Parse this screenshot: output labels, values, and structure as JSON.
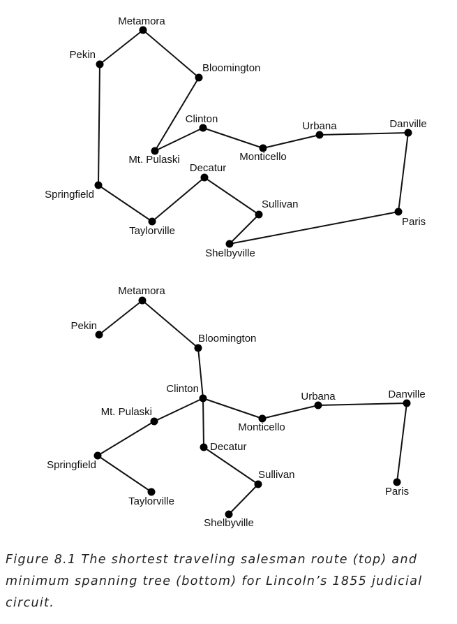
{
  "diagrams": [
    {
      "name": "shortest-route",
      "nodes": [
        {
          "id": "metamora",
          "label": "Metamora"
        },
        {
          "id": "pekin",
          "label": "Pekin"
        },
        {
          "id": "bloomington",
          "label": "Bloomington"
        },
        {
          "id": "clinton",
          "label": "Clinton"
        },
        {
          "id": "mt-pulaski",
          "label": "Mt. Pulaski"
        },
        {
          "id": "urbana",
          "label": "Urbana"
        },
        {
          "id": "danville",
          "label": "Danville"
        },
        {
          "id": "monticello",
          "label": "Monticello"
        },
        {
          "id": "decatur",
          "label": "Decatur"
        },
        {
          "id": "springfield",
          "label": "Springfield"
        },
        {
          "id": "sullivan",
          "label": "Sullivan"
        },
        {
          "id": "paris",
          "label": "Paris"
        },
        {
          "id": "taylorville",
          "label": "Taylorville"
        },
        {
          "id": "shelbyville",
          "label": "Shelbyville"
        }
      ],
      "edges": [
        [
          "pekin",
          "metamora"
        ],
        [
          "metamora",
          "bloomington"
        ],
        [
          "bloomington",
          "mt-pulaski"
        ],
        [
          "mt-pulaski",
          "clinton"
        ],
        [
          "clinton",
          "monticello"
        ],
        [
          "monticello",
          "urbana"
        ],
        [
          "urbana",
          "danville"
        ],
        [
          "danville",
          "paris"
        ],
        [
          "paris",
          "shelbyville"
        ],
        [
          "shelbyville",
          "sullivan"
        ],
        [
          "sullivan",
          "decatur"
        ],
        [
          "decatur",
          "taylorville"
        ],
        [
          "taylorville",
          "springfield"
        ],
        [
          "springfield",
          "pekin"
        ]
      ]
    },
    {
      "name": "minimum-spanning-tree",
      "nodes": [
        {
          "id": "metamora",
          "label": "Metamora"
        },
        {
          "id": "pekin",
          "label": "Pekin"
        },
        {
          "id": "bloomington",
          "label": "Bloomington"
        },
        {
          "id": "clinton",
          "label": "Clinton"
        },
        {
          "id": "urbana",
          "label": "Urbana"
        },
        {
          "id": "danville",
          "label": "Danville"
        },
        {
          "id": "mt-pulaski",
          "label": "Mt. Pulaski"
        },
        {
          "id": "monticello",
          "label": "Monticello"
        },
        {
          "id": "decatur",
          "label": "Decatur"
        },
        {
          "id": "springfield",
          "label": "Springfield"
        },
        {
          "id": "sullivan",
          "label": "Sullivan"
        },
        {
          "id": "paris",
          "label": "Paris"
        },
        {
          "id": "taylorville",
          "label": "Taylorville"
        },
        {
          "id": "shelbyville",
          "label": "Shelbyville"
        }
      ],
      "edges": [
        [
          "pekin",
          "metamora"
        ],
        [
          "metamora",
          "bloomington"
        ],
        [
          "bloomington",
          "clinton"
        ],
        [
          "clinton",
          "mt-pulaski"
        ],
        [
          "mt-pulaski",
          "springfield"
        ],
        [
          "springfield",
          "taylorville"
        ],
        [
          "clinton",
          "monticello"
        ],
        [
          "monticello",
          "urbana"
        ],
        [
          "urbana",
          "danville"
        ],
        [
          "danville",
          "paris"
        ],
        [
          "clinton",
          "decatur"
        ],
        [
          "decatur",
          "sullivan"
        ],
        [
          "sullivan",
          "shelbyville"
        ]
      ]
    }
  ],
  "caption": "Figure 8.1 The shortest traveling salesman route (top) and minimum spanning tree (bottom) for Lincoln’s 1855 judicial circuit."
}
